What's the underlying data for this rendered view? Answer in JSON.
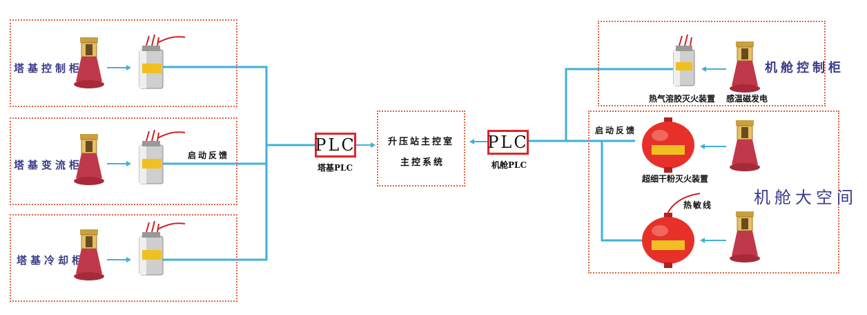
{
  "left_cabinets": [
    {
      "label": "塔基控制柜"
    },
    {
      "label": "塔基变流柜"
    },
    {
      "label": "塔基冷却柜"
    }
  ],
  "left_feedback_label": "启动反馈",
  "tower_plc": {
    "box_text": "PLC",
    "caption": "塔基PLC"
  },
  "center": {
    "line1": "升压站主控室",
    "line2": "主控系统"
  },
  "nacelle_plc": {
    "box_text": "PLC",
    "caption": "机舱PLC"
  },
  "nacelle_control": {
    "label": "机舱控制柜",
    "device_caption": "热气溶胶灭火装置",
    "sensor_caption": "感温磁发电"
  },
  "nacelle_space": {
    "label": "机舱大空间",
    "feedback_label": "启动反馈",
    "device_caption": "超细干粉灭火装置",
    "cable_caption": "热敏线"
  },
  "colors": {
    "line": "#3fb0d8",
    "border": "#e0603a",
    "plc_border": "#e0242a",
    "sensor": "#c0394a",
    "extinguisher": "#e8302a"
  }
}
